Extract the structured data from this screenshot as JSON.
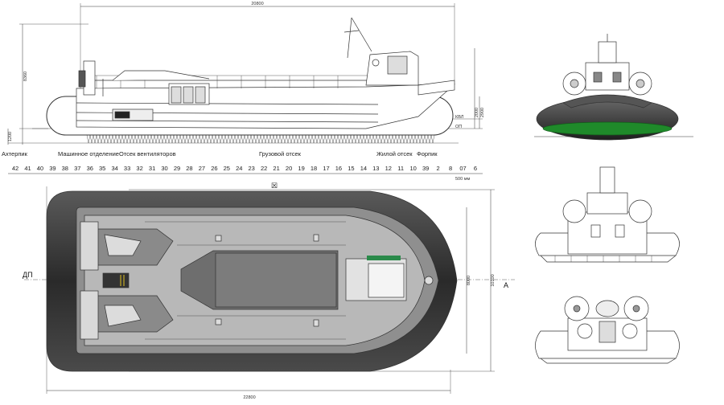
{
  "side_view": {
    "overall_length": "20800",
    "overall_height": "8360",
    "height_left": "1200",
    "waterline_label": "КВЛ",
    "base_label": "ОП",
    "height_right_a": "2000",
    "height_right_b": "2900",
    "compartments": [
      "Ахтерпик",
      "Машинное отделение",
      "Отсек вентиляторов",
      "Грузовой отсек",
      "Жилой отсек",
      "Форпик"
    ]
  },
  "frame_numbers": [
    "42",
    "41",
    "40",
    "39",
    "38",
    "37",
    "36",
    "35",
    "34",
    "33",
    "32",
    "31",
    "30",
    "29",
    "28",
    "27",
    "26",
    "25",
    "24",
    "23",
    "22",
    "21",
    "20",
    "19",
    "18",
    "17",
    "16",
    "15",
    "14",
    "13",
    "12",
    "11",
    "10",
    "39",
    "2",
    "8",
    "07",
    "6"
  ],
  "frame_spacing": "500 мм",
  "plan_view": {
    "centerline_label": "ДП",
    "overall_length": "22800",
    "overall_width": "10100",
    "inner_width": "8000",
    "section_mark": "А",
    "center_symbol": "☒"
  },
  "colors": {
    "hull_dark": "#3a3a3a",
    "skirt_green": "#1f8a2a",
    "deck_grey": "#b8b8b8",
    "line": "#333333"
  }
}
